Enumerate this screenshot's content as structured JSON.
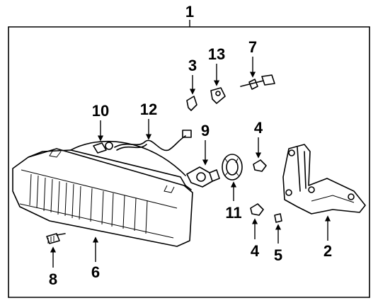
{
  "diagram": {
    "callouts": {
      "c1": "1",
      "c2": "2",
      "c3": "3",
      "c4_top": "4",
      "c4_bottom": "4",
      "c5": "5",
      "c6": "6",
      "c7": "7",
      "c8": "8",
      "c9": "9",
      "c10": "10",
      "c11": "11",
      "c12": "12",
      "c13": "13"
    }
  }
}
